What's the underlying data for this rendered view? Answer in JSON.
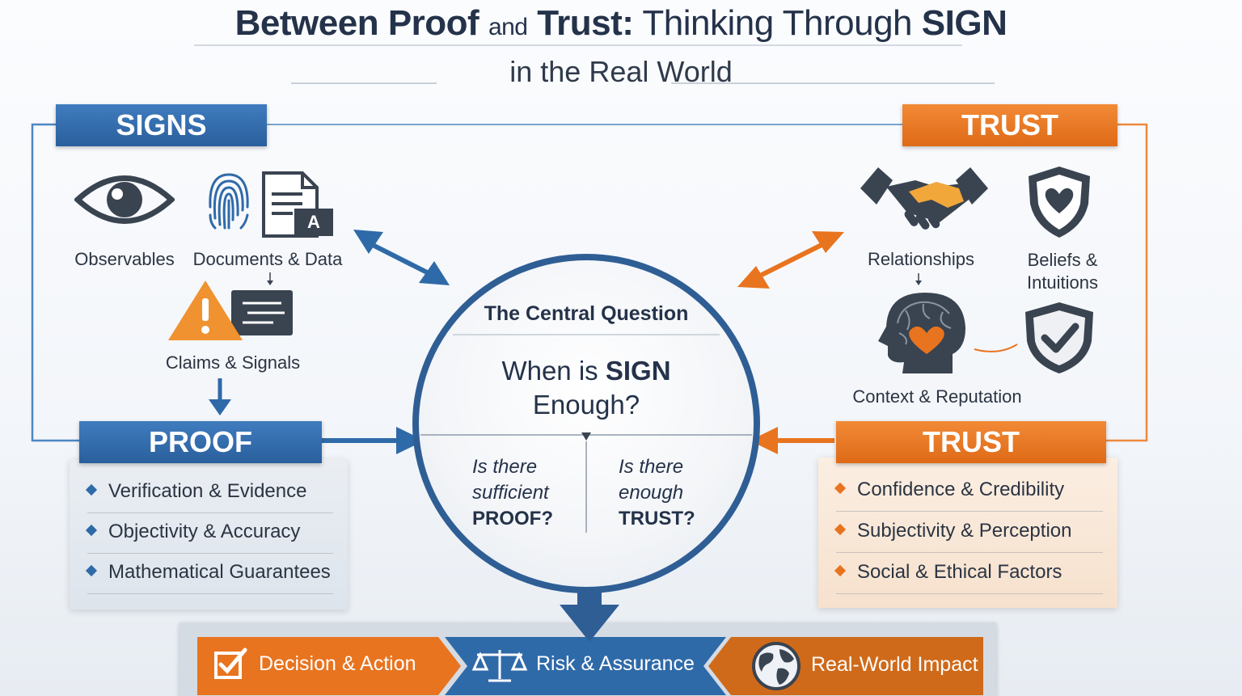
{
  "title": {
    "part1": "Between Proof",
    "and": "and",
    "part2": "Trust:",
    "part3": "Thinking Through",
    "part4": "SIGN"
  },
  "subtitle": "in the Real World",
  "signs": {
    "header": "SIGNS",
    "observables": "Observables",
    "documents": "Documents & Data",
    "doc_letter": "A",
    "claims": "Claims & Signals"
  },
  "trust_top": {
    "header": "TRUST",
    "relationships": "Relationships",
    "beliefs_line1": "Beliefs &",
    "beliefs_line2": "Intuitions",
    "context": "Context & Reputation"
  },
  "proof": {
    "header": "PROOF",
    "items": [
      "Verification & Evidence",
      "Objectivity & Accuracy",
      "Mathematical Guarantees"
    ]
  },
  "trust_bottom": {
    "header": "TRUST",
    "items": [
      "Confidence & Credibility",
      "Subjectivity & Perception",
      "Social & Ethical Factors"
    ]
  },
  "center": {
    "heading": "The Central Question",
    "question_pre": "When is",
    "question_bold": "SIGN",
    "question_end": "Enough?",
    "left_line1": "Is there",
    "left_line2": "sufficient",
    "left_line3": "PROOF?",
    "right_line1": "Is there",
    "right_line2": "enough",
    "right_line3": "TRUST?"
  },
  "bottom": {
    "decision": "Decision & Action",
    "risk": "Risk & Assurance",
    "impact": "Real-World Impact"
  },
  "colors": {
    "blue": "#2f5e95",
    "orange": "#e8741f",
    "dark": "#3a4350"
  }
}
